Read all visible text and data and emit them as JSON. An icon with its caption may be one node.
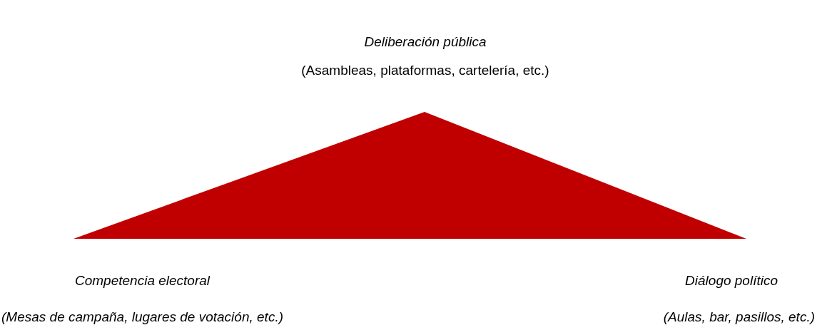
{
  "diagram": {
    "labels": [
      "Deliberación pública",
      "(Asambleas, plataformas, cartelería, etc.)",
      "Competencia electoral",
      "(Mesas de campaña, lugares de votación, etc.)",
      "Diálogo político",
      "(Aulas, bar, pasillos, etc.)"
    ]
  }
}
